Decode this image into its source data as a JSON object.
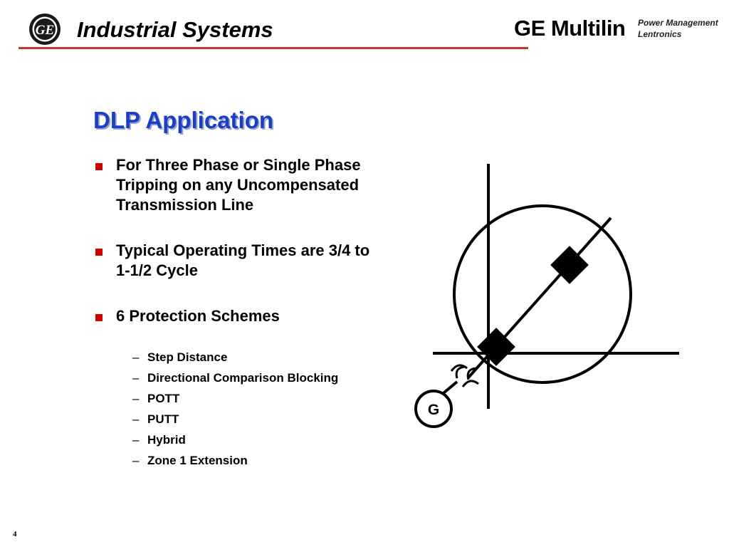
{
  "header": {
    "title": "Industrial Systems",
    "brand": "GE Multilin",
    "brand_sub_1": "Power Management",
    "brand_sub_2": "Lentronics",
    "logo_text": "GE",
    "rule_color": "#c0392b"
  },
  "slide": {
    "title": "DLP Application",
    "title_color": "#1a3fc4",
    "bullets": [
      "For Three Phase or Single Phase Tripping on any Uncompensated Transmission Line",
      "Typical Operating Times are 3/4 to 1-1/2 Cycle",
      "6 Protection Schemes"
    ],
    "sub_items": [
      "Step Distance",
      "Directional Comparison Blocking",
      "POTT",
      "PUTT",
      "Hybrid",
      "Zone 1 Extension"
    ],
    "bullet_color": "#cc0000"
  },
  "diagram": {
    "generator_label": "G",
    "icons": [
      "generator-icon",
      "transformer-icon",
      "relay-characteristic-circle"
    ]
  },
  "page_number": "4"
}
